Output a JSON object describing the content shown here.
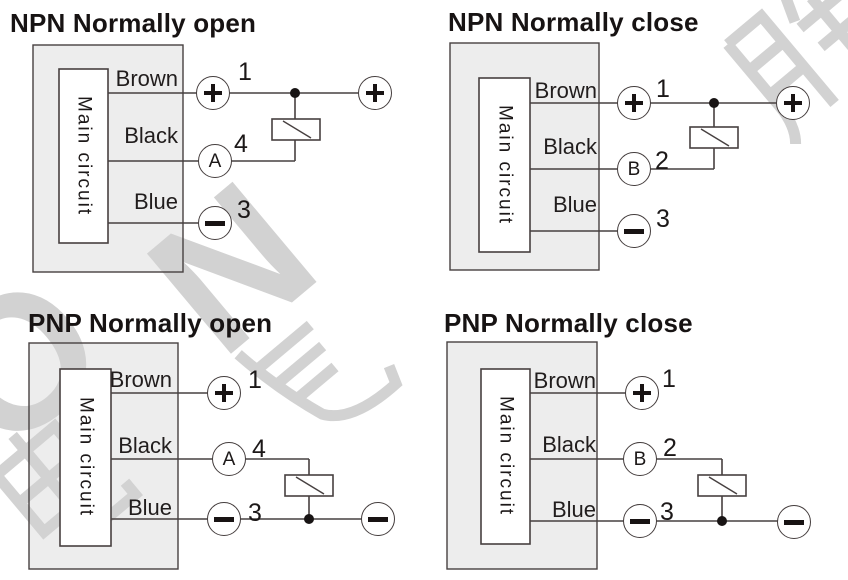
{
  "colors": {
    "panel_fill": "#ededed",
    "stroke": "#474040",
    "text": "#1c1818",
    "watermark": "#d2d2d2"
  },
  "watermark": {
    "glyphs": [
      "胜",
      "O",
      "N",
      "气",
      "电"
    ],
    "color": "#d2d2d2"
  },
  "diagrams": [
    {
      "title": "NPN Normally open",
      "box_label": "Main circuit",
      "wires": [
        {
          "label": "Brown",
          "terminal": "+",
          "pin": "1"
        },
        {
          "label": "Black",
          "terminal": "A",
          "pin": "4"
        },
        {
          "label": "Blue",
          "terminal": "−",
          "pin": "3"
        }
      ],
      "supply_terminal": "+"
    },
    {
      "title": "NPN Normally close",
      "box_label": "Main circuit",
      "wires": [
        {
          "label": "Brown",
          "terminal": "+",
          "pin": "1"
        },
        {
          "label": "Black",
          "terminal": "B",
          "pin": "2"
        },
        {
          "label": "Blue",
          "terminal": "−",
          "pin": "3"
        }
      ],
      "supply_terminal": "+"
    },
    {
      "title": "PNP Normally open",
      "box_label": "Main circuit",
      "wires": [
        {
          "label": "Brown",
          "terminal": "+",
          "pin": "1"
        },
        {
          "label": "Black",
          "terminal": "A",
          "pin": "4"
        },
        {
          "label": "Blue",
          "terminal": "−",
          "pin": "3"
        }
      ],
      "supply_terminal": "−"
    },
    {
      "title": "PNP Normally close",
      "box_label": "Main circuit",
      "wires": [
        {
          "label": "Brown",
          "terminal": "+",
          "pin": "1"
        },
        {
          "label": "Black",
          "terminal": "B",
          "pin": "2"
        },
        {
          "label": "Blue",
          "terminal": "−",
          "pin": "3"
        }
      ],
      "supply_terminal": "−"
    }
  ]
}
